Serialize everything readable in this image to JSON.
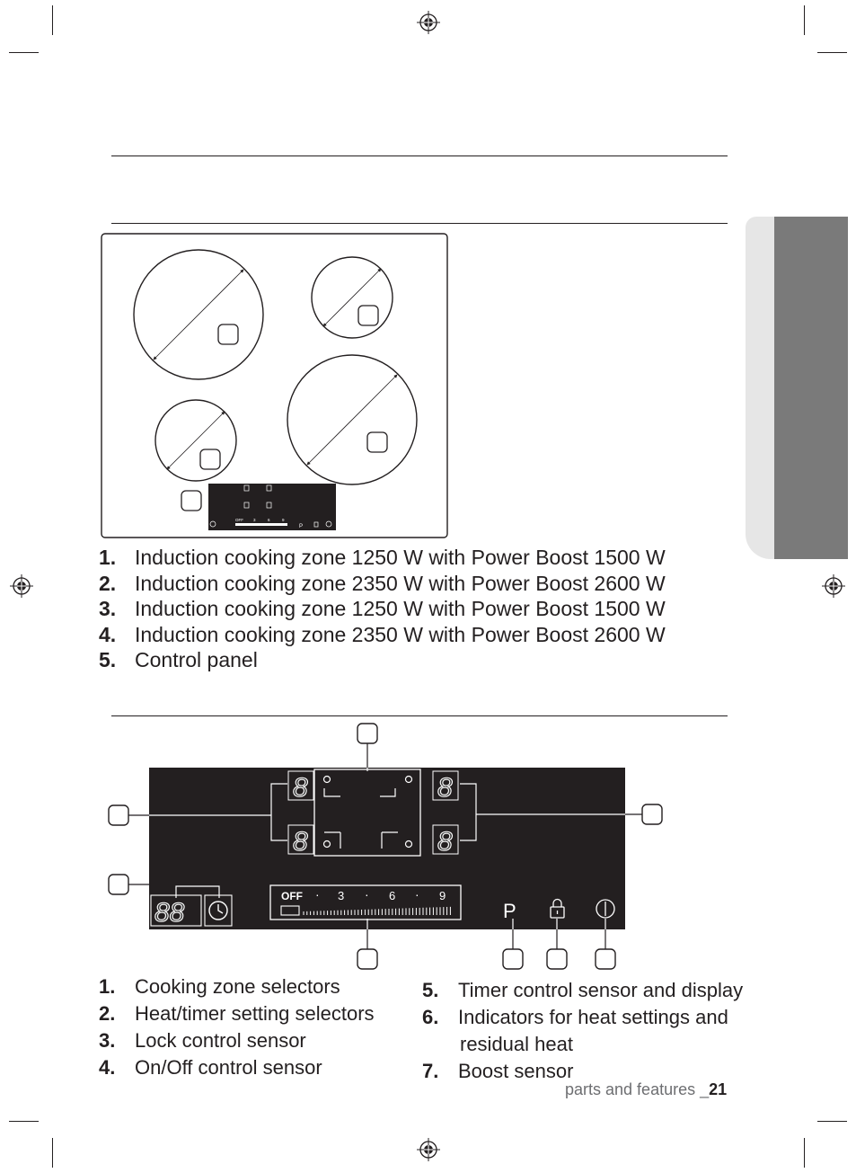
{
  "cooktop_items": [
    {
      "num": "1.",
      "text": "Induction cooking zone 1250 W with Power Boost 1500 W"
    },
    {
      "num": "2.",
      "text": "Induction cooking zone 2350 W with Power Boost 2600 W"
    },
    {
      "num": "3.",
      "text": "Induction cooking zone 1250 W with Power Boost 1500 W"
    },
    {
      "num": "4.",
      "text": "Induction cooking zone 2350 W with Power Boost 2600 W"
    },
    {
      "num": "5.",
      "text": "Control panel"
    }
  ],
  "panel": {
    "slider_off": "OFF",
    "slider_dot": "·",
    "slider_3": "3",
    "slider_6": "6",
    "slider_9": "9",
    "boost_p": "P",
    "digit": "8",
    "timer_digits": "88",
    "mini_off": "OFF",
    "mini_3": "3",
    "mini_6": "6",
    "mini_9": "9",
    "mini_p": "P"
  },
  "panel_items_left": [
    {
      "num": "1.",
      "text": "Cooking zone selectors"
    },
    {
      "num": "2.",
      "text": "Heat/timer setting selectors"
    },
    {
      "num": "3.",
      "text": "Lock control sensor"
    },
    {
      "num": "4.",
      "text": "On/Off control sensor"
    }
  ],
  "panel_items_right": [
    {
      "num": "5.",
      "text": "Timer control sensor and display"
    },
    {
      "num": "6.",
      "line1": "Indicators for heat settings and",
      "line2": "residual heat"
    },
    {
      "num": "7.",
      "text": "Boost sensor"
    }
  ],
  "footer": {
    "prefix": "parts and features _",
    "page": "21"
  }
}
